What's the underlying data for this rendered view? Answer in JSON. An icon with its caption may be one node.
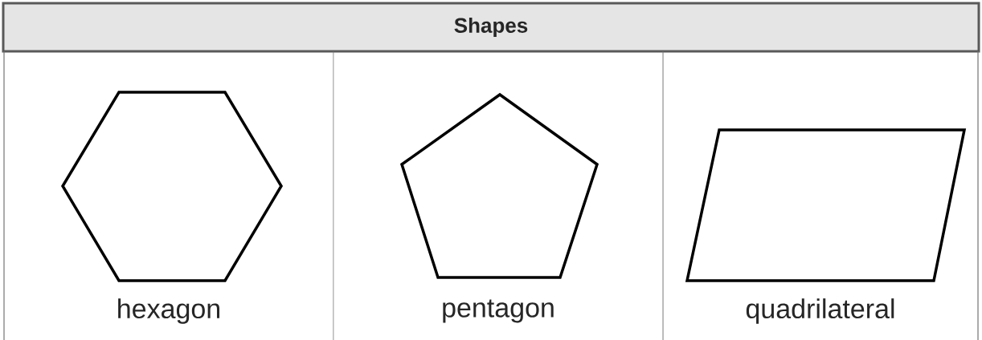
{
  "diagram": {
    "title": "Shapes",
    "labels": [
      "hexagon",
      "pentagon",
      "quadrilateral"
    ]
  }
}
